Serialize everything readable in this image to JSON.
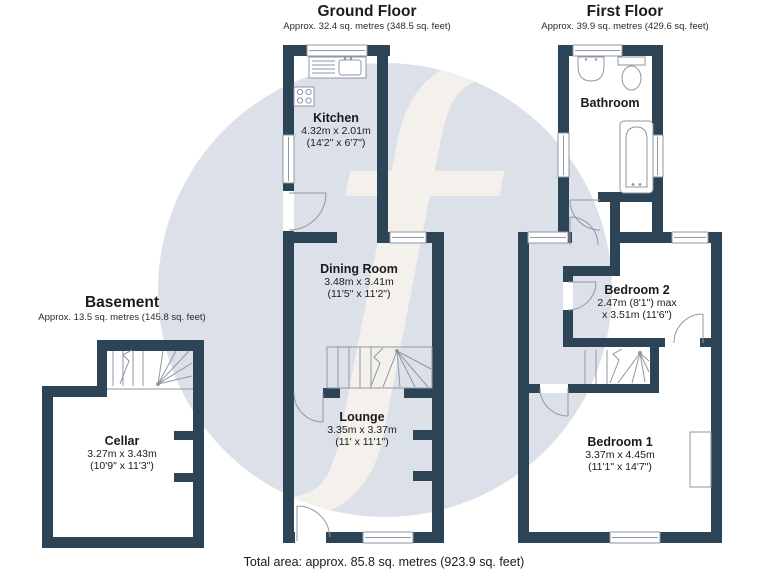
{
  "colors": {
    "wall": "#2d4457",
    "thin_line": "#8e97a3",
    "text": "#1b1b1b",
    "watermark_circle": "#dce1e9",
    "watermark_letter": "#f4f1ec",
    "page_bg": "#ffffff"
  },
  "watermark": {
    "letter": "f"
  },
  "headers": {
    "ground": {
      "title": "Ground Floor",
      "subtitle": "Approx. 32.4 sq. metres (348.5 sq. feet)"
    },
    "first": {
      "title": "First Floor",
      "subtitle": "Approx. 39.9 sq. metres (429.6 sq. feet)"
    },
    "basement": {
      "title": "Basement",
      "subtitle": "Approx. 13.5 sq. metres (145.8 sq. feet)"
    }
  },
  "rooms": {
    "kitchen": {
      "name": "Kitchen",
      "dim1": "4.32m x 2.01m",
      "dim2": "(14'2\" x 6'7\")"
    },
    "dining": {
      "name": "Dining Room",
      "dim1": "3.48m x 3.41m",
      "dim2": "(11'5\" x 11'2\")"
    },
    "lounge": {
      "name": "Lounge",
      "dim1": "3.35m x 3.37m",
      "dim2": "(11' x 11'1\")"
    },
    "bathroom": {
      "name": "Bathroom"
    },
    "bedroom2": {
      "name": "Bedroom 2",
      "dim1": "2.47m (8'1\") max",
      "dim2": "x 3.51m (11'6\")"
    },
    "bedroom1": {
      "name": "Bedroom 1",
      "dim1": "3.37m x 4.45m",
      "dim2": "(11'1\" x 14'7\")"
    },
    "cellar": {
      "name": "Cellar",
      "dim1": "3.27m x 3.43m",
      "dim2": "(10'9\" x 11'3\")"
    }
  },
  "footer": {
    "total_area": "Total area: approx. 85.8 sq. metres (923.9 sq. feet)"
  }
}
